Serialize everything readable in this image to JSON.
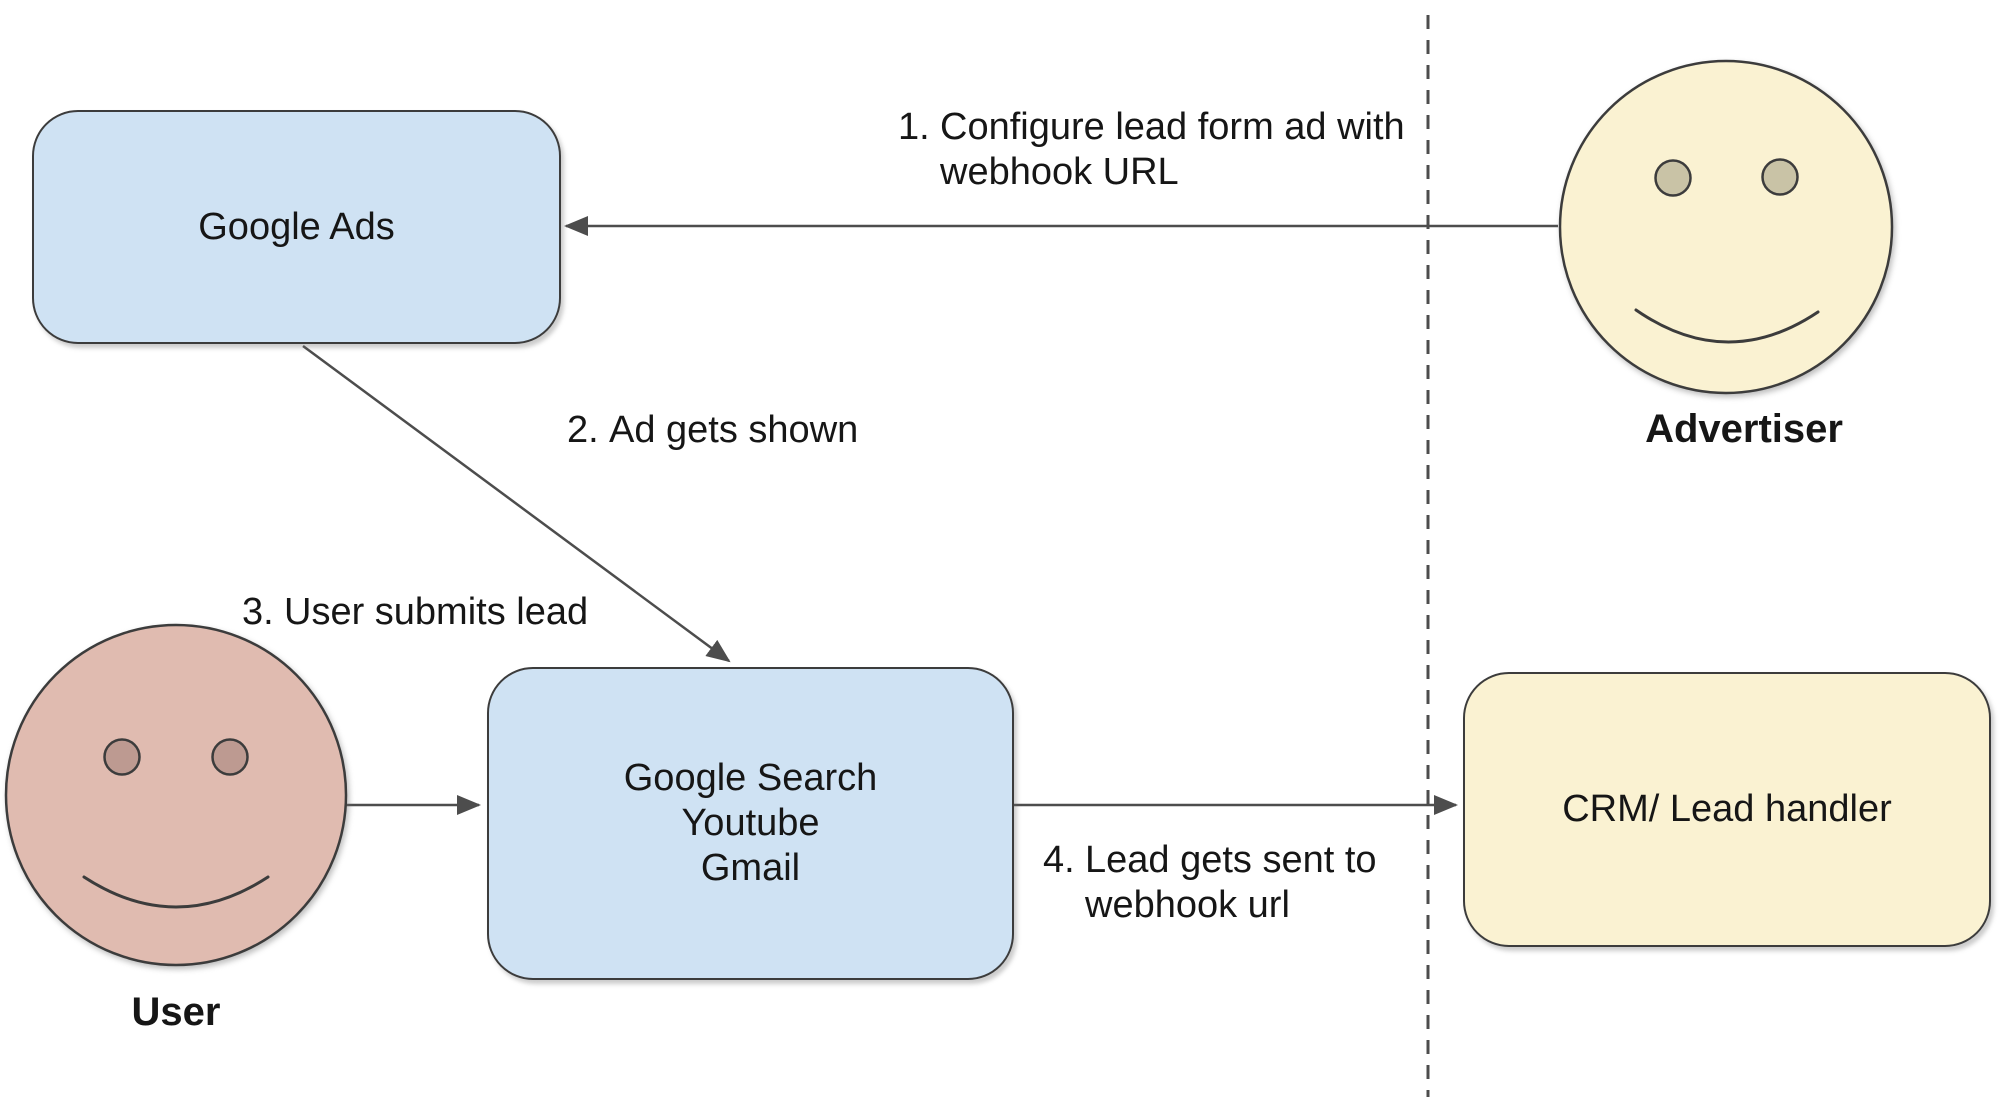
{
  "colors": {
    "canvas_bg": "#ffffff",
    "node_blue_fill": "#cfe2f3",
    "node_yellow_fill": "#faf2d2",
    "user_face_fill": "#e0bbb0",
    "user_eye_fill": "#bd9a91",
    "advertiser_eye_fill": "#c9c3a6",
    "stroke": "#3c3c3c",
    "arrow": "#4d4d4d",
    "text": "#161616"
  },
  "nodes": {
    "google_ads": {
      "label": "Google Ads"
    },
    "channels": {
      "line1": "Google Search",
      "line2": "Youtube",
      "line3": "Gmail"
    },
    "crm": {
      "label": "CRM/ Lead handler"
    }
  },
  "actors": {
    "advertiser": {
      "label": "Advertiser"
    },
    "user": {
      "label": "User"
    }
  },
  "steps": {
    "s1": {
      "num": "1.",
      "line1": "Configure lead form ad with",
      "line2": "webhook URL"
    },
    "s2": {
      "num": "2.",
      "line1": "Ad gets shown"
    },
    "s3": {
      "num": "3.",
      "line1": "User submits lead"
    },
    "s4": {
      "num": "4.",
      "line1": "Lead gets sent to",
      "line2": "webhook url"
    }
  }
}
